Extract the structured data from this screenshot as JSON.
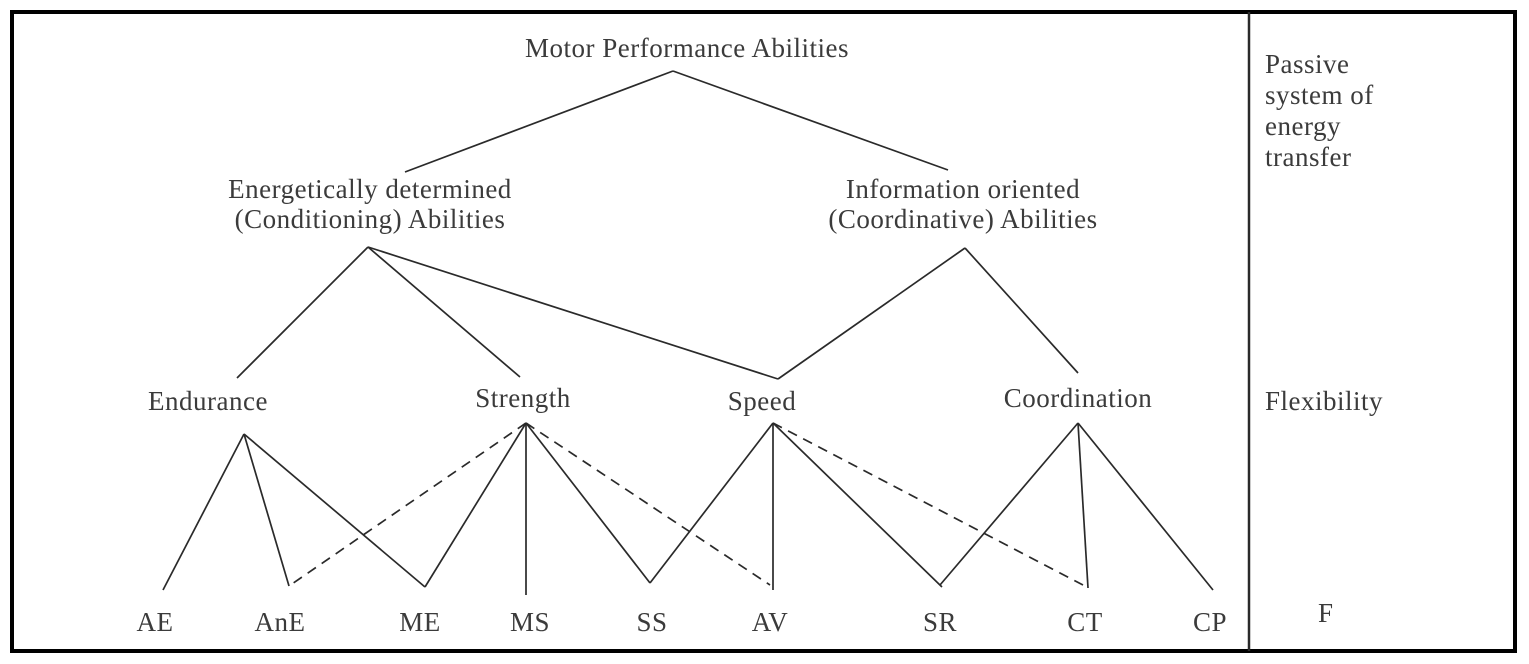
{
  "diagram": {
    "title": "Motor Performance Abilities",
    "branches": {
      "left": {
        "line1": "Energetically determined",
        "line2": "(Conditioning) Abilities"
      },
      "right": {
        "line1": "Information oriented",
        "line2": "(Coordinative) Abilities"
      }
    },
    "categories": [
      "Endurance",
      "Strength",
      "Speed",
      "Coordination"
    ],
    "leaves": [
      "AE",
      "AnE",
      "ME",
      "MS",
      "SS",
      "AV",
      "SR",
      "CT",
      "CP"
    ],
    "side_panel": {
      "lines": [
        "Passive",
        "system of",
        "energy",
        "transfer"
      ],
      "flexibility": "Flexibility",
      "f": "F"
    },
    "connections": [
      {
        "from": "Motor Performance Abilities",
        "to": "Energetically determined (Conditioning) Abilities",
        "style": "solid"
      },
      {
        "from": "Motor Performance Abilities",
        "to": "Information oriented (Coordinative) Abilities",
        "style": "solid"
      },
      {
        "from": "Energetically determined (Conditioning) Abilities",
        "to": "Endurance",
        "style": "solid"
      },
      {
        "from": "Energetically determined (Conditioning) Abilities",
        "to": "Strength",
        "style": "solid"
      },
      {
        "from": "Energetically determined (Conditioning) Abilities",
        "to": "Speed",
        "style": "solid"
      },
      {
        "from": "Information oriented (Coordinative) Abilities",
        "to": "Speed",
        "style": "solid"
      },
      {
        "from": "Information oriented (Coordinative) Abilities",
        "to": "Coordination",
        "style": "solid"
      },
      {
        "from": "Endurance",
        "to": "AE",
        "style": "solid"
      },
      {
        "from": "Endurance",
        "to": "AnE",
        "style": "solid"
      },
      {
        "from": "Endurance",
        "to": "ME",
        "style": "solid"
      },
      {
        "from": "Strength",
        "to": "AnE",
        "style": "dashed"
      },
      {
        "from": "Strength",
        "to": "ME",
        "style": "solid"
      },
      {
        "from": "Strength",
        "to": "MS",
        "style": "solid"
      },
      {
        "from": "Strength",
        "to": "SS",
        "style": "solid"
      },
      {
        "from": "Strength",
        "to": "AV",
        "style": "dashed"
      },
      {
        "from": "Speed",
        "to": "SS",
        "style": "solid"
      },
      {
        "from": "Speed",
        "to": "AV",
        "style": "solid"
      },
      {
        "from": "Speed",
        "to": "SR",
        "style": "solid"
      },
      {
        "from": "Speed",
        "to": "CT",
        "style": "dashed"
      },
      {
        "from": "Coordination",
        "to": "SR",
        "style": "solid"
      },
      {
        "from": "Coordination",
        "to": "CT",
        "style": "solid"
      },
      {
        "from": "Coordination",
        "to": "CP",
        "style": "solid"
      }
    ],
    "colors": {
      "text": "#3b3b3b",
      "line": "#2a2a2a",
      "border": "#000000",
      "background": "#ffffff"
    }
  }
}
